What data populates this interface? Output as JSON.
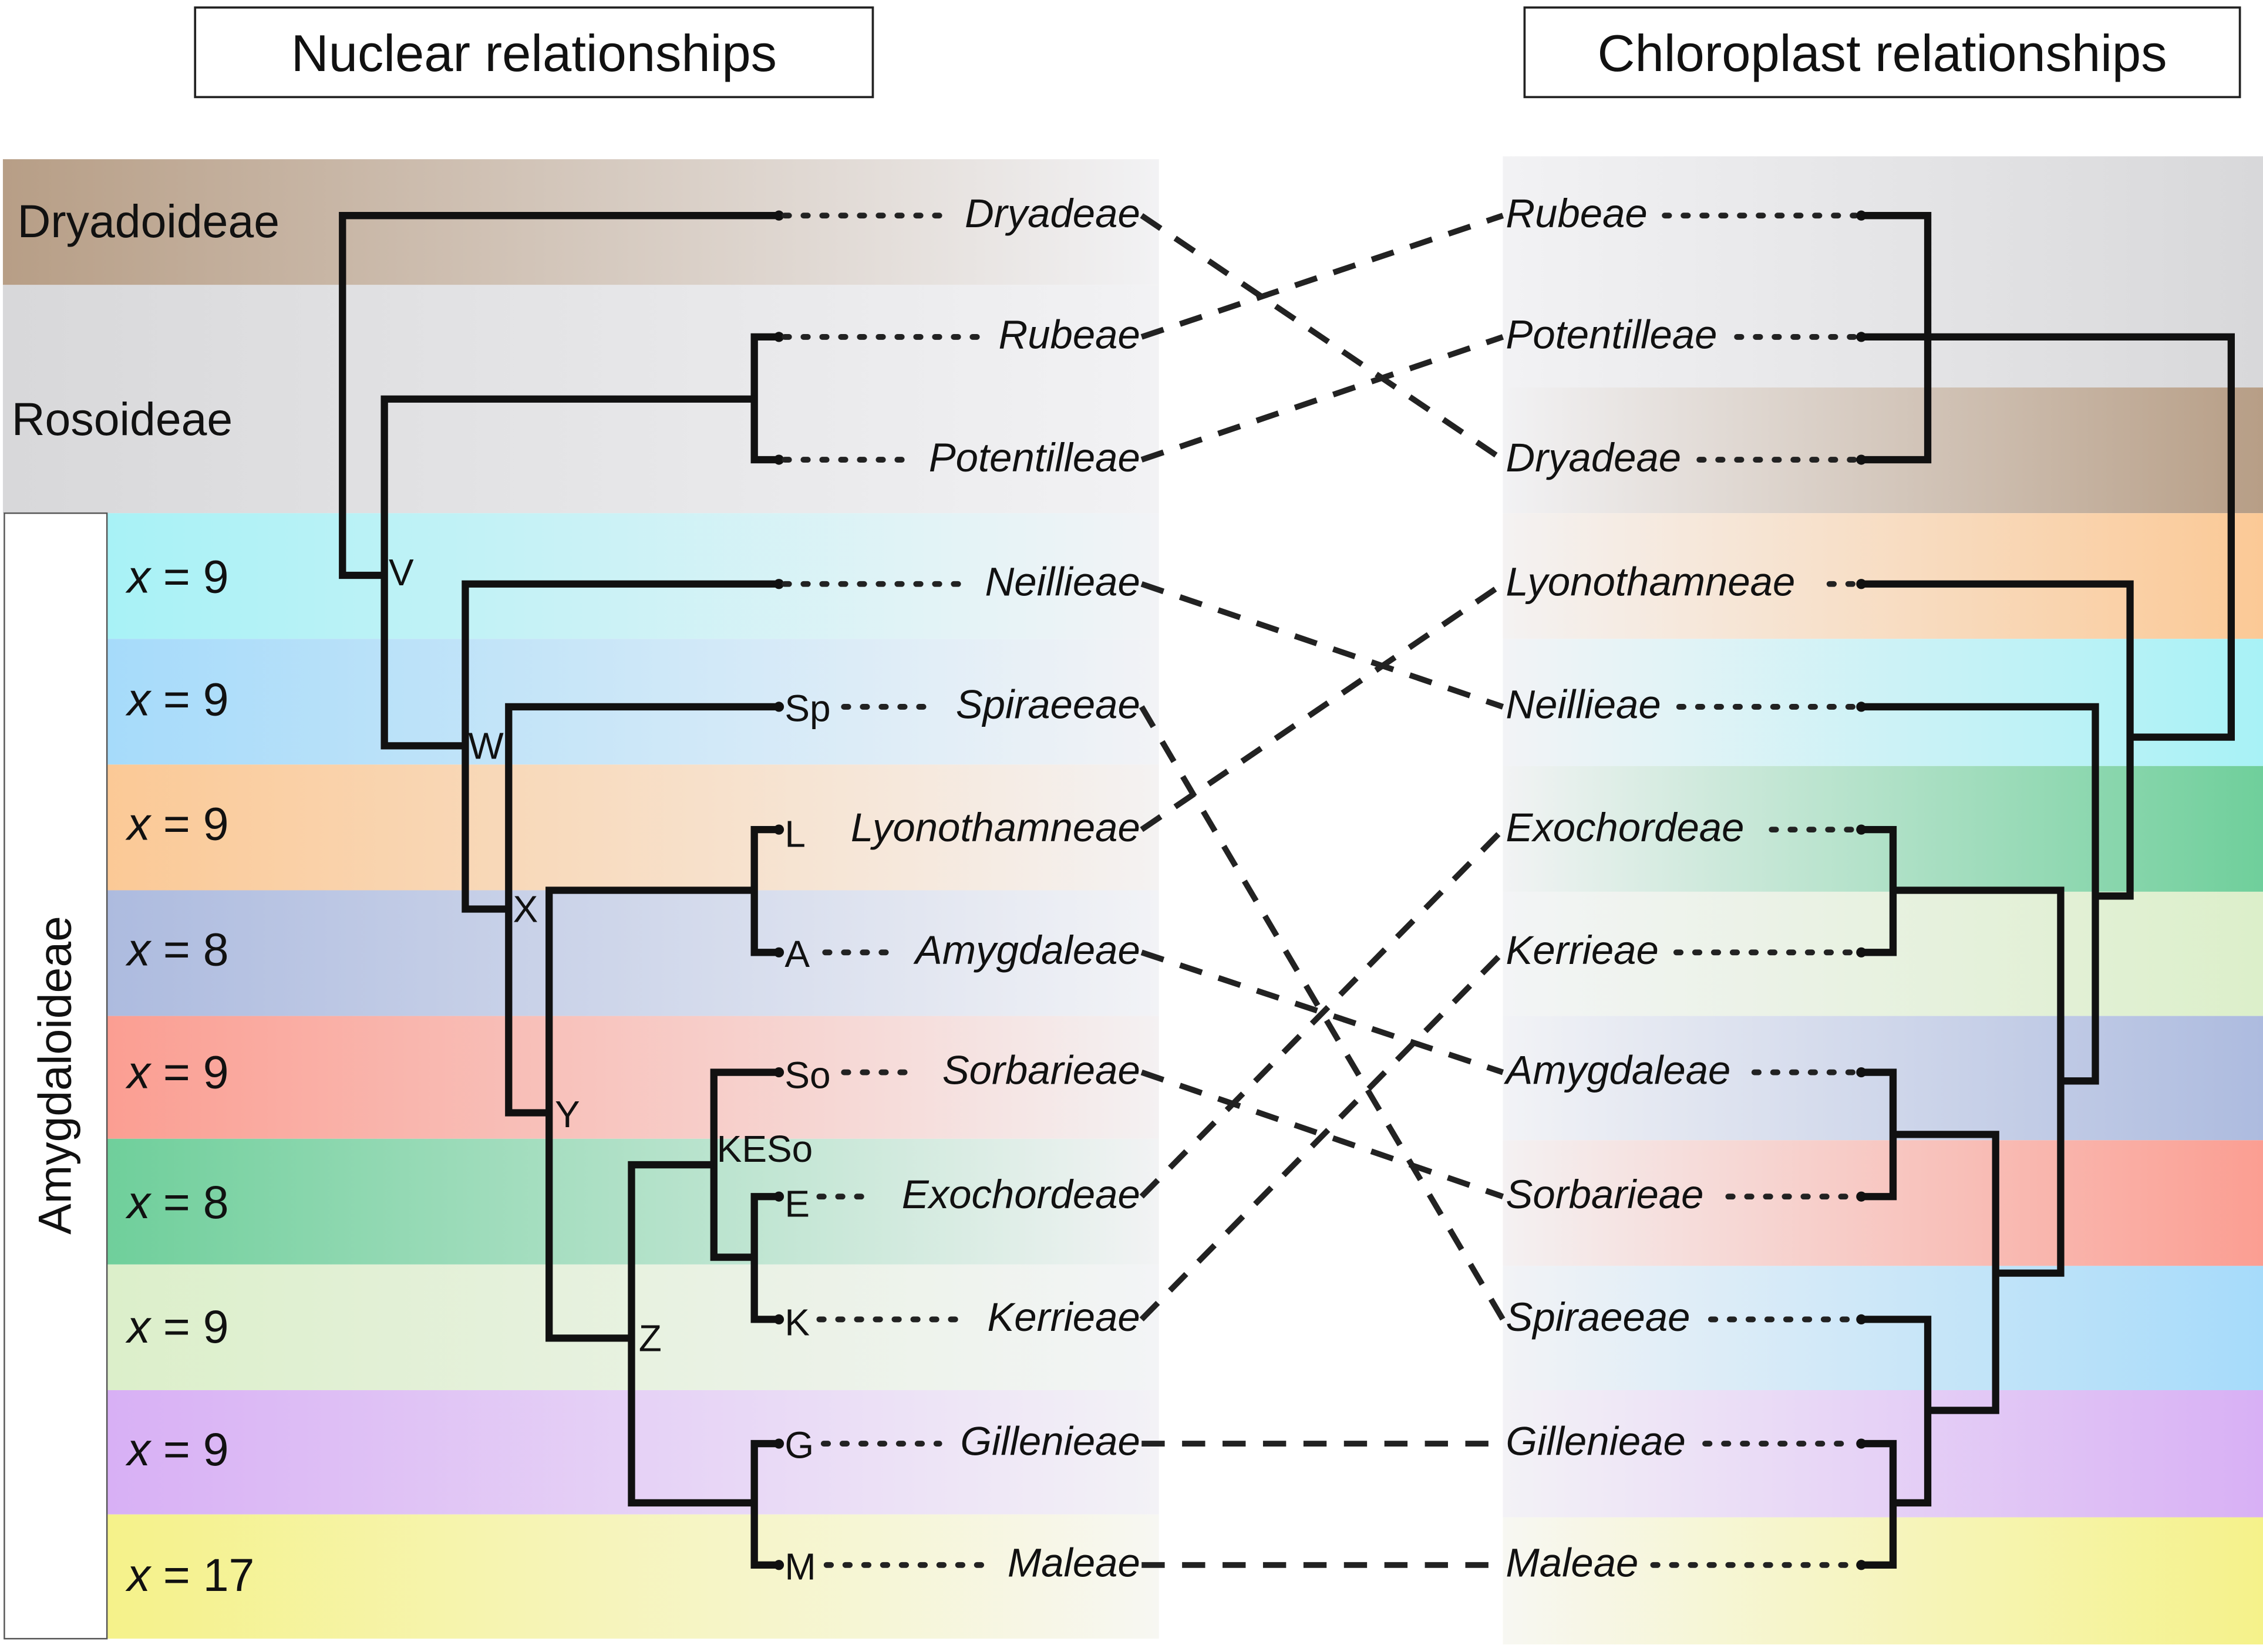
{
  "headers": {
    "nuclear": "Nuclear relationships",
    "chloroplast": "Chloroplast relationships"
  },
  "subfamilies": {
    "dryadoideae": "Dryadoideae",
    "rosoideae": "Rosoideae",
    "amygdaloideae": "Amygdaloideae"
  },
  "chromosome_numbers": [
    {
      "prefix": "x",
      "value": "= 9"
    },
    {
      "prefix": "x",
      "value": "= 9"
    },
    {
      "prefix": "x",
      "value": "= 9"
    },
    {
      "prefix": "x",
      "value": "= 8"
    },
    {
      "prefix": "x",
      "value": "= 9"
    },
    {
      "prefix": "x",
      "value": "= 8"
    },
    {
      "prefix": "x",
      "value": "= 9"
    },
    {
      "prefix": "x",
      "value": "= 9"
    },
    {
      "prefix": "x",
      "value": "= 17"
    }
  ],
  "nuclear_tribes": [
    "Dryadeae",
    "Rubeae",
    "Potentilleae",
    "Neillieae",
    "Spiraeeae",
    "Lyonothamneae",
    "Amygdaleae",
    "Sorbarieae",
    "Exochordeae",
    "Kerrieae",
    "Gillenieae",
    "Maleae"
  ],
  "chloroplast_tribes": [
    "Rubeae",
    "Potentilleae",
    "Dryadeae",
    "Lyonothamneae",
    "Neillieae",
    "Exochordeae",
    "Kerrieae",
    "Amygdaleae",
    "Sorbarieae",
    "Spiraeeae",
    "Gillenieae",
    "Maleae"
  ],
  "node_labels": {
    "V": "V",
    "W": "W",
    "X": "X",
    "Y": "Y",
    "Z": "Z",
    "KESo": "KESo",
    "Sp": "Sp",
    "L": "L",
    "A": "A",
    "So": "So",
    "E": "E",
    "K": "K",
    "G": "G",
    "M": "M"
  },
  "colors": {
    "dryadoideae": "#b79e86",
    "rosoideae": "#d8d8da",
    "cyan": "#a8f2f6",
    "blue": "#a6dbfa",
    "orange": "#fbc996",
    "slate": "#adbbdf",
    "salmon": "#fb9e92",
    "green": "#6fcf9b",
    "lightgreen": "#dcefca",
    "purple": "#d8b0f5",
    "yellow": "#f5f28a"
  }
}
